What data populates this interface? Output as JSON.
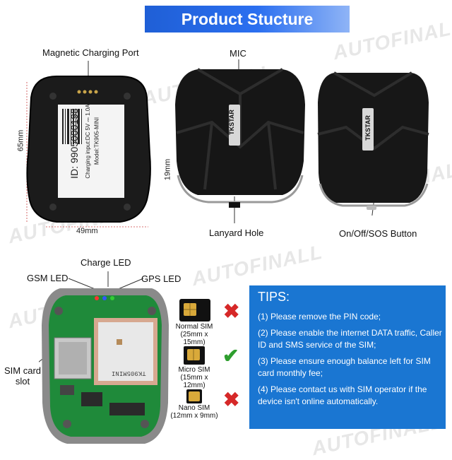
{
  "title": "Product Stucture",
  "watermark": "AUTOFINALL",
  "labels": {
    "magnetic_port": "Magnetic Charging Port",
    "mic": "MIC",
    "lanyard": "Lanyard Hole",
    "onoff": "On/Off/SOS Button",
    "charge_led": "Charge LED",
    "gsm_led": "GSM LED",
    "gps_led": "GPS LED",
    "sim_slot_1": "SIM card",
    "sim_slot_2": "slot"
  },
  "dimensions": {
    "height": "65mm",
    "width": "49mm",
    "depth": "19mm"
  },
  "device_label": {
    "id": "ID: 9905000198",
    "input": "Charging input:DC 5V ⎓ 1.0A",
    "model": "Model:TK905-MINI",
    "brand": "TKSTAR"
  },
  "gps_antenna_text": "TK905MINI",
  "sims": [
    {
      "name": "Normal SIM",
      "size": "(25mm x 15mm)",
      "ok": false,
      "mark": "✖"
    },
    {
      "name": "Micro SIM",
      "size": "(15mm x 12mm)",
      "ok": true,
      "mark": "✔"
    },
    {
      "name": "Nano SIM",
      "size": "(12mm x 9mm)",
      "ok": false,
      "mark": "✖"
    }
  ],
  "tips": {
    "title": "TIPS:",
    "items": [
      "(1) Please remove the PIN code;",
      "(2) Please enable the internet DATA traffic, Caller ID and SMS service of the SIM;",
      "(3) Please ensure enough balance left for SIM card monthly fee;",
      "(4) Please contact us with SIM operator if the device isn't online automatically."
    ]
  },
  "colors": {
    "banner": "#2b6ff0",
    "tips_bg": "#1a76d2",
    "reject": "#d62828",
    "accept": "#2e9e2e",
    "pcb": "#1f8a3a"
  }
}
